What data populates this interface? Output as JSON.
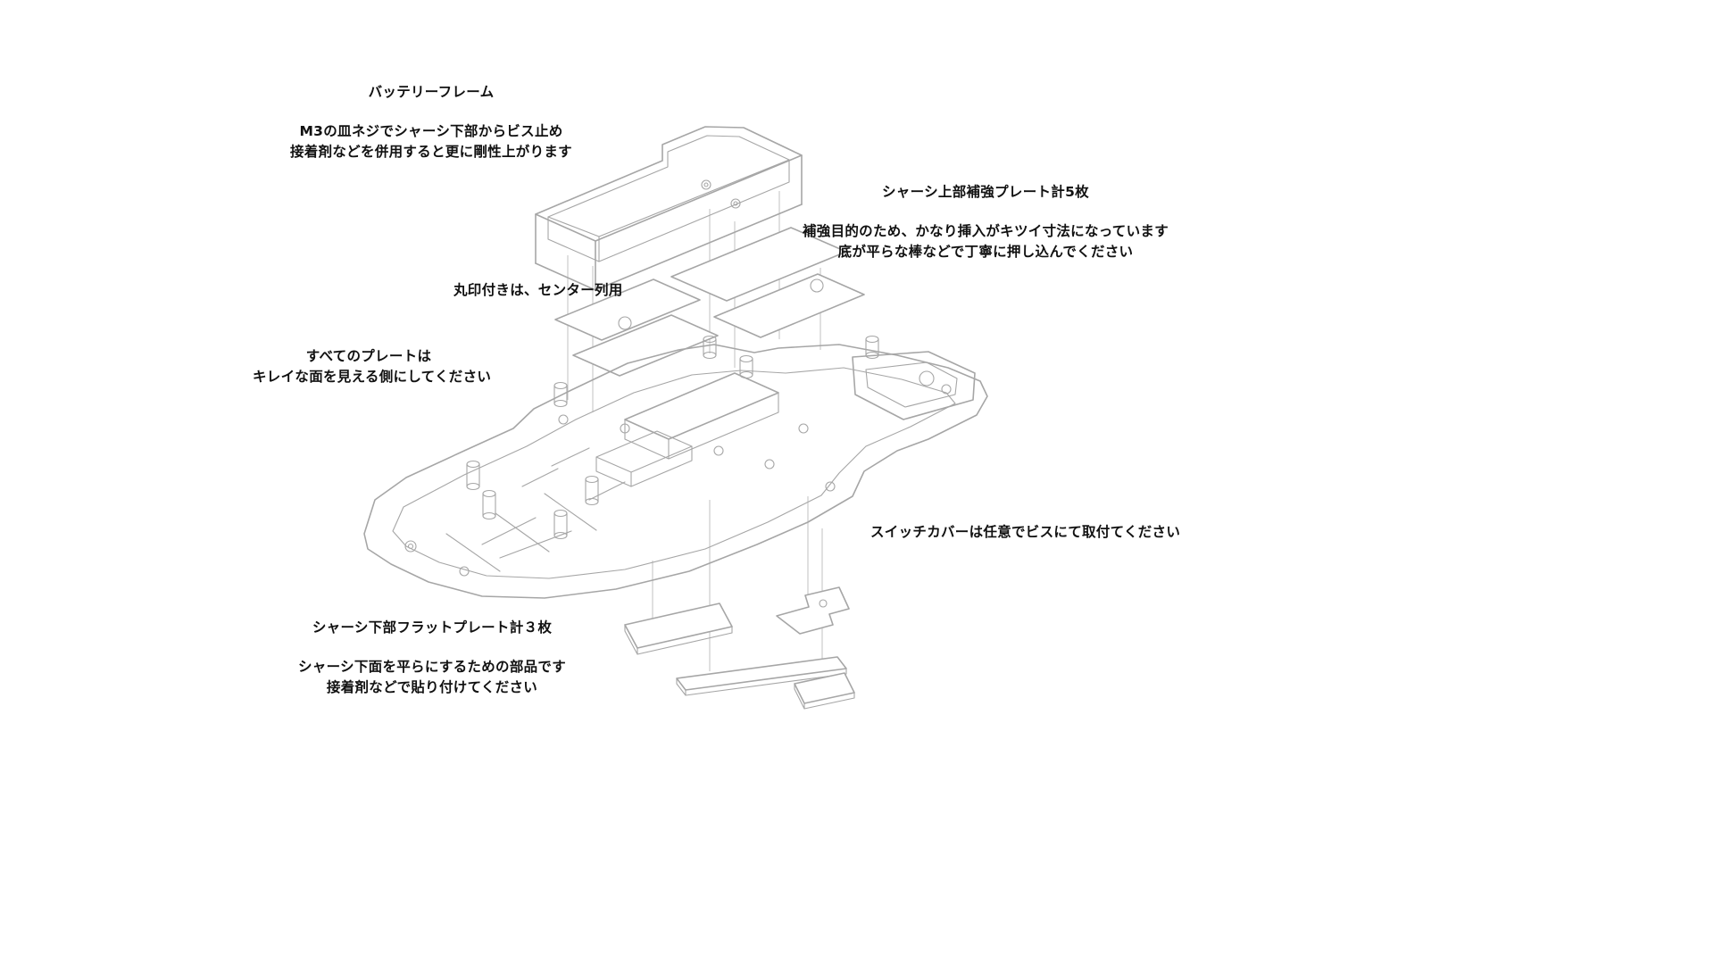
{
  "canvas": {
    "background": "#ffffff",
    "line_color": "#a6a6a6",
    "guide_color": "#c2c2c2",
    "text_color": "#111111"
  },
  "labels": {
    "battery_frame": {
      "title": "バッテリーフレーム",
      "note1": "M3の皿ネジでシャーシ下部からビス止め",
      "note2": "接着剤などを併用すると更に剛性上がります"
    },
    "upper_plates": {
      "title": "シャーシ上部補強プレート計5枚",
      "note1": "補強目的のため、かなり挿入がキツイ寸法になっています",
      "note2": "底が平らな棒などで丁寧に押し込んでください"
    },
    "center_mark": {
      "note": "丸印付きは、センター列用"
    },
    "plate_orientation": {
      "note1": "すべてのプレートは",
      "note2": "キレイな面を見える側にしてください"
    },
    "switch_cover": {
      "note": "スイッチカバーは任意でビスにて取付てください"
    },
    "lower_plates": {
      "title": "シャーシ下部フラットプレート計３枚",
      "note1": "シャーシ下面を平らにするための部品です",
      "note2": "接着剤などで貼り付けてください"
    }
  },
  "diagram": {
    "type": "exploded-assembly-drawing",
    "parts": [
      "battery-frame",
      "upper-reinforcement-plates",
      "main-chassis-tub",
      "switch-cover-plate",
      "lower-flat-plates"
    ]
  }
}
